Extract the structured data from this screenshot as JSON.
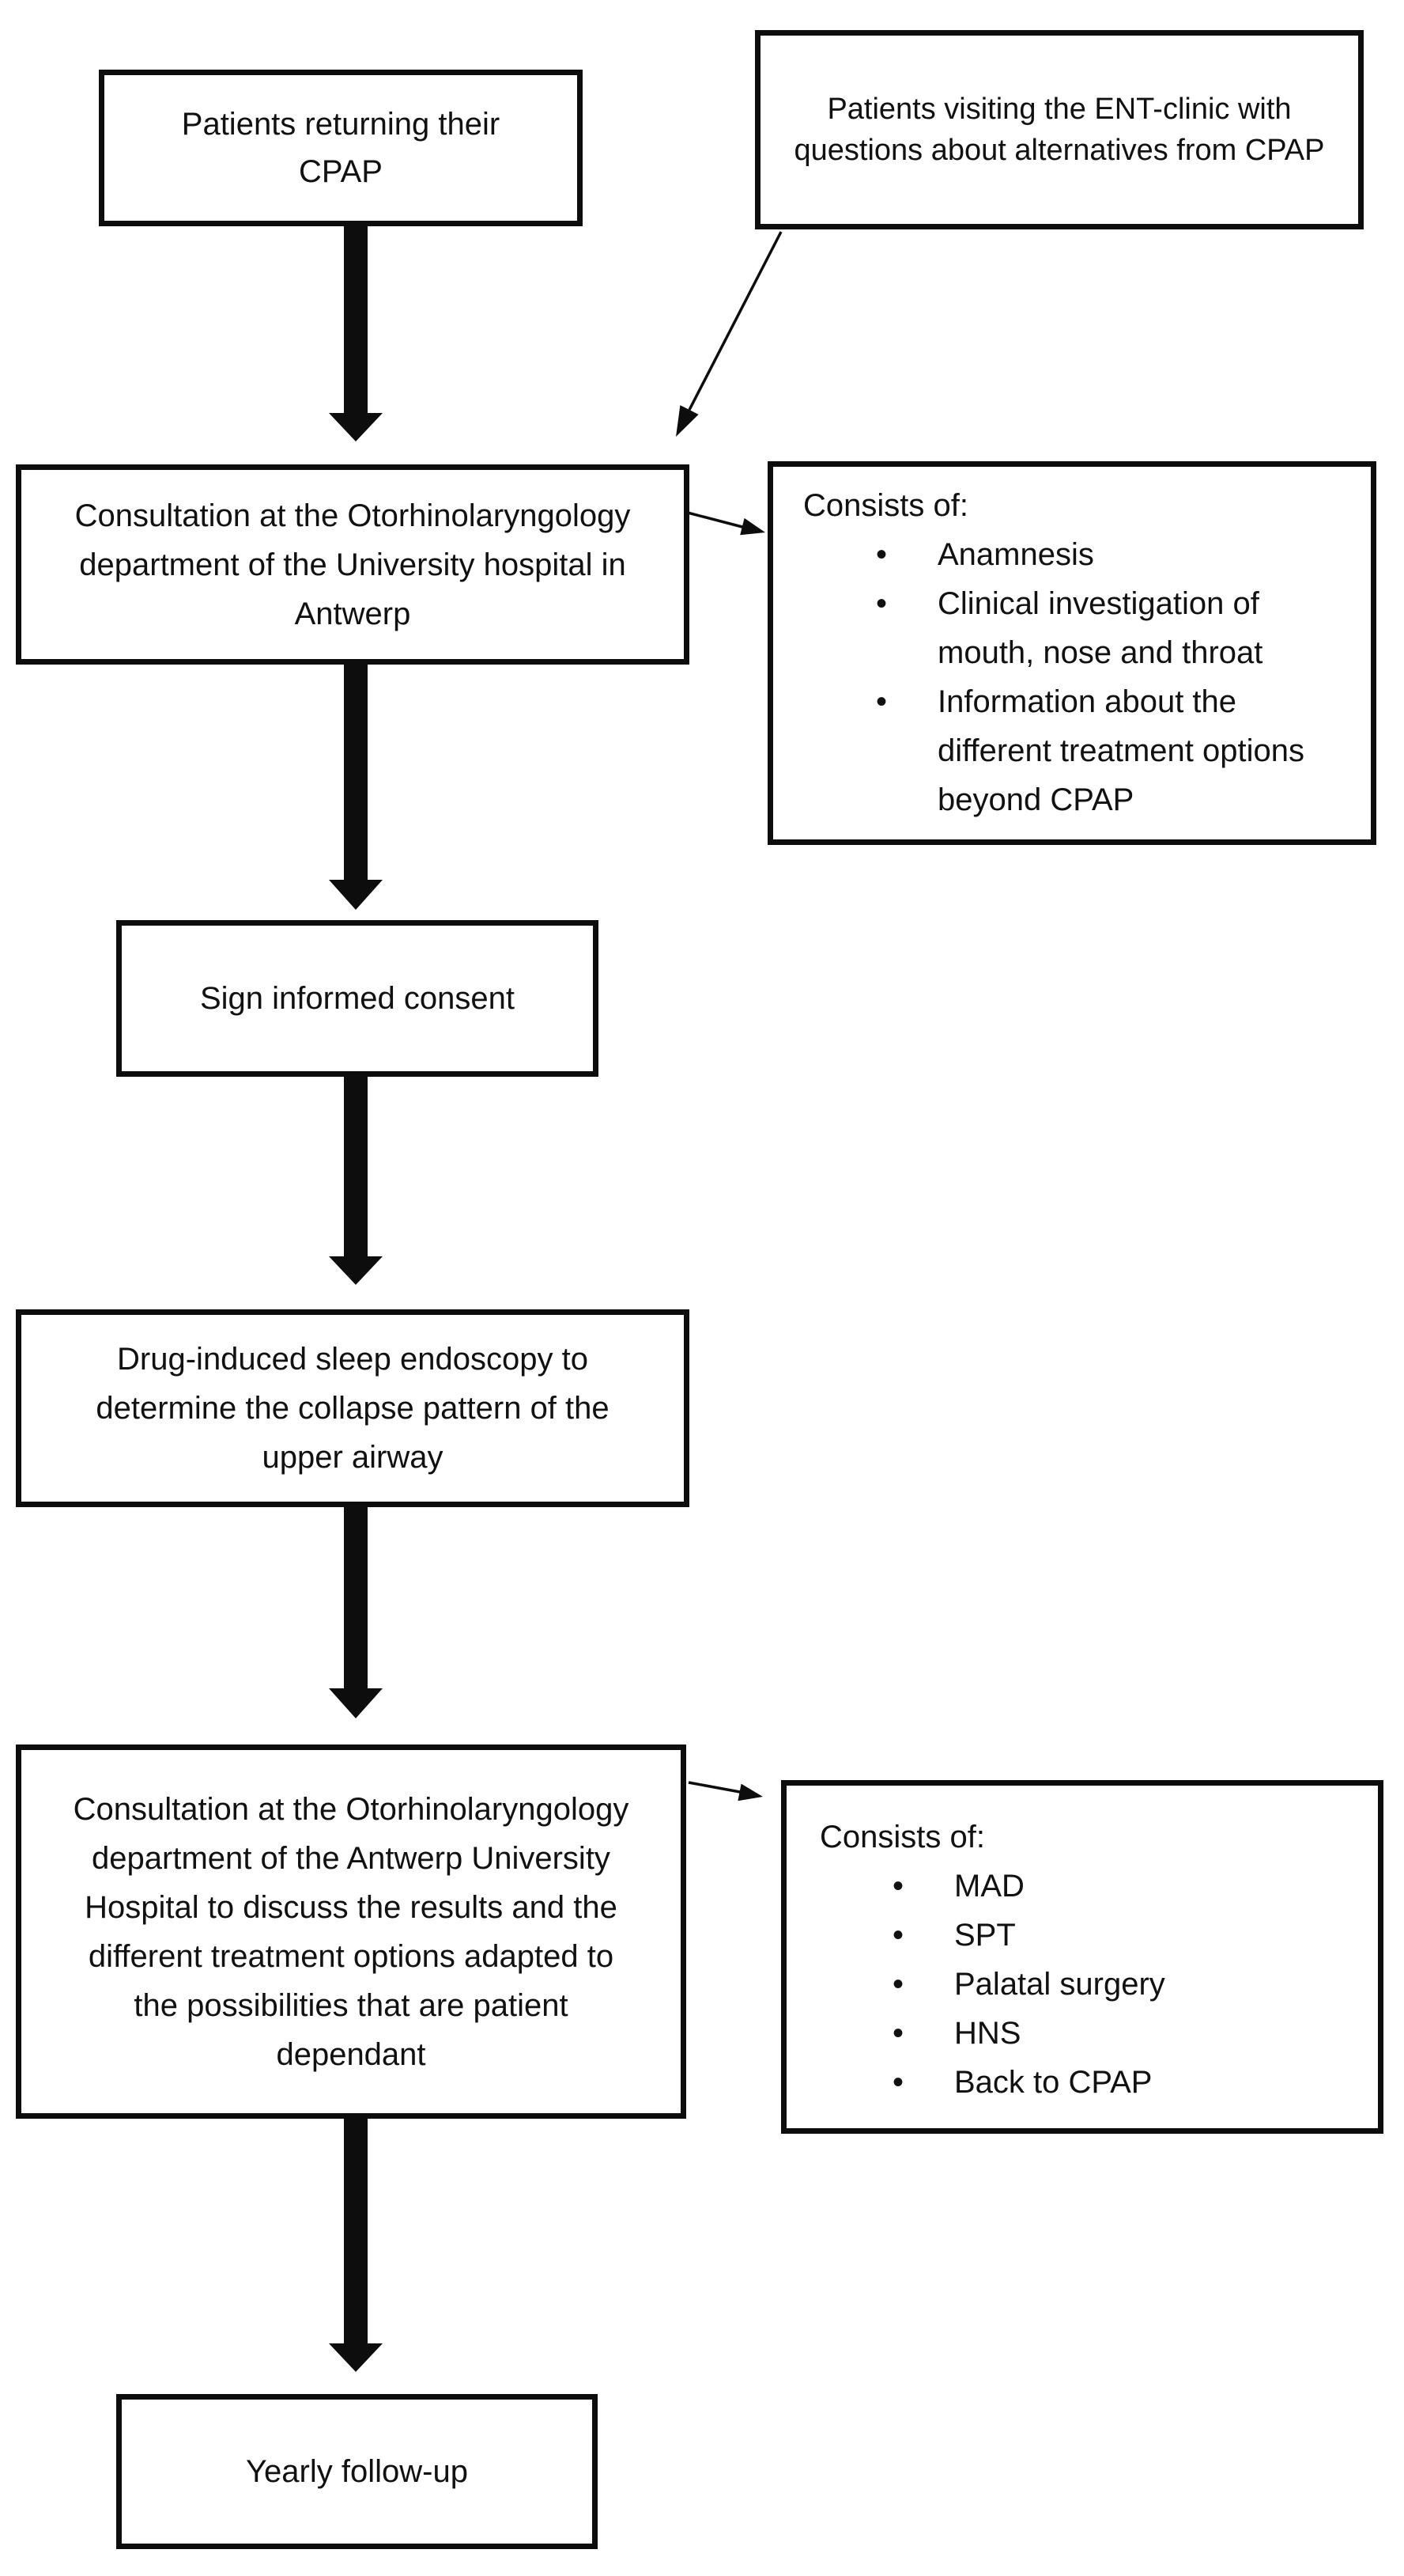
{
  "diagram": {
    "background_color": "#ffffff",
    "ink_color": "#0d0d0d",
    "nodes": {
      "returning": {
        "text": "Patients returning their CPAP"
      },
      "visiting": {
        "text": "Patients visiting the ENT-clinic with questions about alternatives from CPAP"
      },
      "consult1": {
        "text": "Consultation at the Otorhinolaryngology department of the University hospital in Antwerp"
      },
      "consent": {
        "text": "Sign informed consent"
      },
      "dise": {
        "text": "Drug-induced sleep endoscopy to determine the collapse pattern of the upper airway"
      },
      "consult2": {
        "text": "Consultation at the Otorhinolaryngology department of the Antwerp University Hospital to discuss the results and the different treatment options adapted to the possibilities that are patient dependant"
      },
      "followup": {
        "text": "Yearly follow-up"
      }
    },
    "side_notes": [
      {
        "title": "Consists of:",
        "items": [
          "Anamnesis",
          "Clinical investigation of mouth, nose and throat",
          "Information about the different treatment options beyond CPAP"
        ]
      },
      {
        "title": "Consists of:",
        "items": [
          "MAD",
          "SPT",
          "Palatal surgery",
          "HNS",
          "Back to CPAP"
        ]
      }
    ]
  }
}
